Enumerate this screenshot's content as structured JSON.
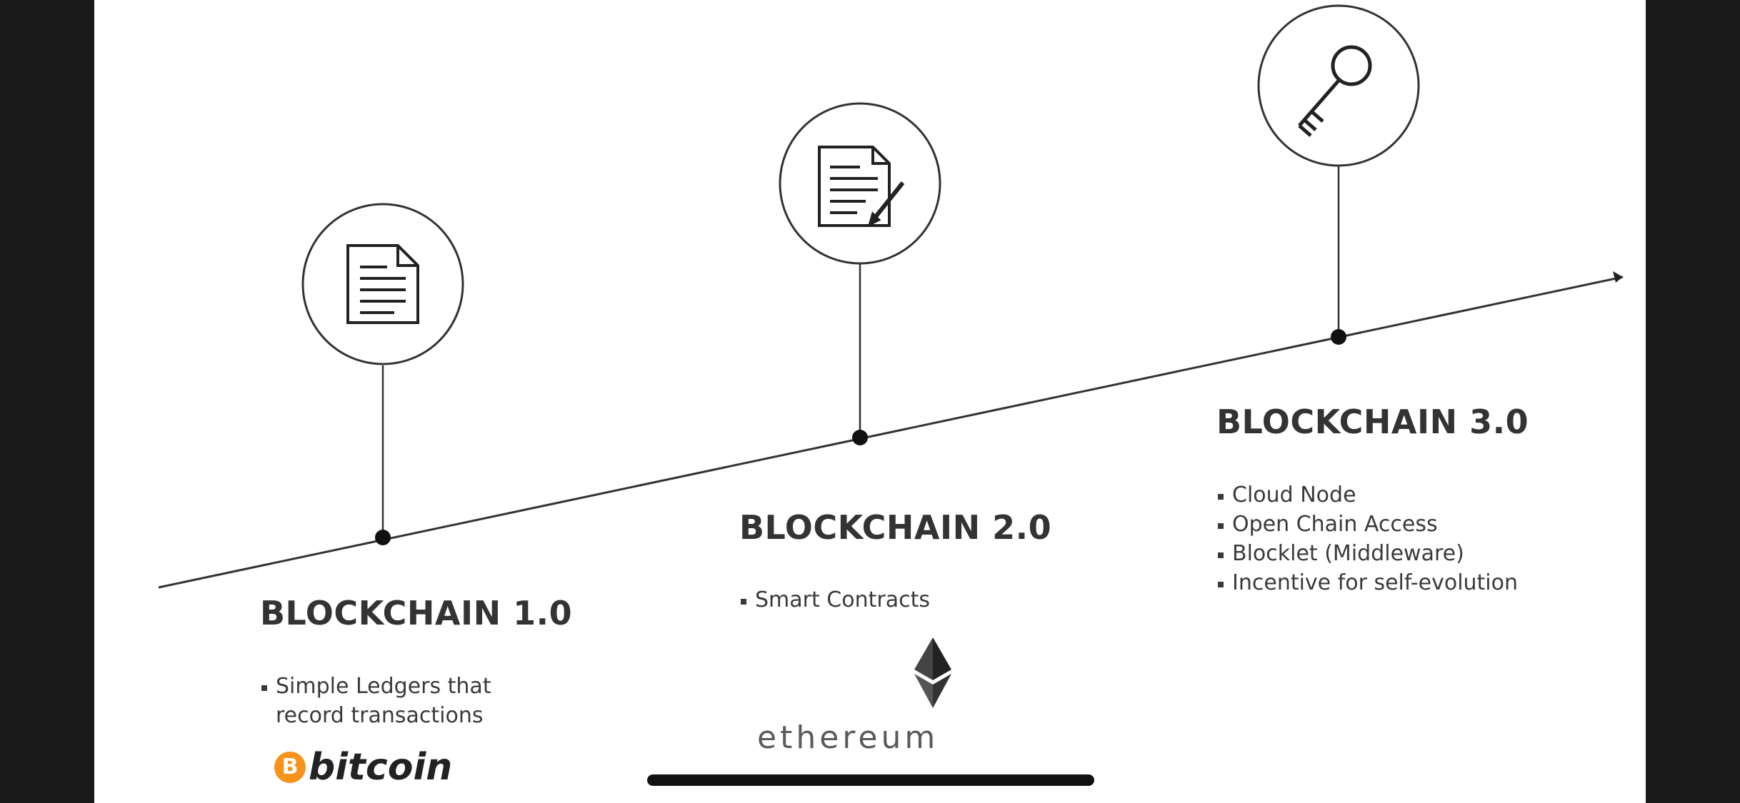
{
  "stages": [
    {
      "title": "BLOCKCHAIN 1.0",
      "bullets": [
        "Simple Ledgers that",
        "record transactions"
      ],
      "bullet_wrap": true,
      "logo_text": "bitcoin",
      "logo_symbol": "B",
      "icon": "document-icon",
      "brand_color": "#f7931a"
    },
    {
      "title": "BLOCKCHAIN 2.0",
      "bullets": [
        "Smart Contracts"
      ],
      "logo_text": "ethereum",
      "icon": "signed-contract-icon"
    },
    {
      "title": "BLOCKCHAIN 3.0",
      "bullets": [
        "Cloud Node",
        "Open Chain Access",
        "Blocklet (Middleware)",
        "Incentive for self-evolution"
      ],
      "icon": "key-icon"
    }
  ]
}
